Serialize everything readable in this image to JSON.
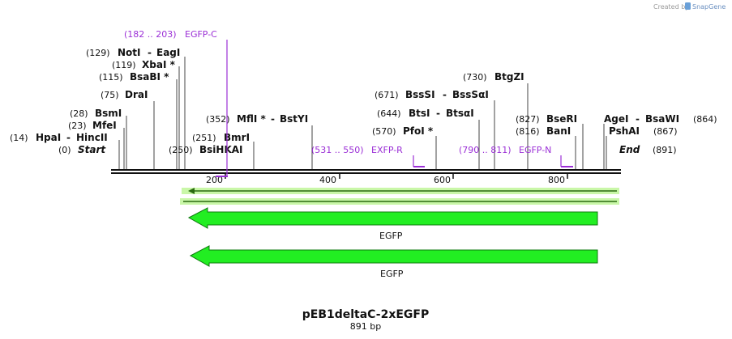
{
  "credit": {
    "text": "Created by",
    "brand": "SnapGene"
  },
  "map": {
    "name": "pEB1deltaC-2xEGFP",
    "length_label": "891 bp",
    "length": 891,
    "start_label": "Start",
    "end_label": "End",
    "start_pos": "(0)",
    "end_pos": "(891)"
  },
  "ticks": [
    "200",
    "400",
    "600",
    "800"
  ],
  "sites": [
    {
      "pos": "(14)",
      "name": "HpaI",
      "name2": "HincII",
      "bp": 14
    },
    {
      "pos": "(23)",
      "name": "MfeI",
      "bp": 23
    },
    {
      "pos": "(28)",
      "name": "BsmI",
      "bp": 28
    },
    {
      "pos": "(75)",
      "name": "DraI",
      "bp": 75
    },
    {
      "pos": "(115)",
      "name": "BsaBI *",
      "bp": 115
    },
    {
      "pos": "(119)",
      "name": "XbaI *",
      "bp": 119
    },
    {
      "pos": "(129)",
      "name": "NotI",
      "name2": "EagI",
      "bp": 129
    },
    {
      "pos": "(250)",
      "name": "BsiHKAI",
      "bp": 250
    },
    {
      "pos": "(251)",
      "name": "BmrI",
      "bp": 251
    },
    {
      "pos": "(352)",
      "name": "MflI *",
      "name2": "BstYI",
      "bp": 352
    },
    {
      "pos": "(570)",
      "name": "PfoI *",
      "bp": 570
    },
    {
      "pos": "(644)",
      "name": "BtsI",
      "name2": "BtsαI",
      "bp": 644
    },
    {
      "pos": "(671)",
      "name": "BssSI",
      "name2": "BssSαI",
      "bp": 671
    },
    {
      "pos": "(730)",
      "name": "BtgZI",
      "bp": 730
    },
    {
      "pos": "(816)",
      "name": "BanI",
      "bp": 816
    },
    {
      "pos": "(827)",
      "name": "BseRI",
      "bp": 827
    },
    {
      "pos": "(864)",
      "name": "AgeI",
      "name2": "BsaWI",
      "bp": 864
    },
    {
      "pos": "(867)",
      "name": "PshAI",
      "bp": 867
    }
  ],
  "primers": [
    {
      "range": "(182 .. 203)",
      "name": "EGFP-C"
    },
    {
      "range": "(531 .. 550)",
      "name": "EXFP-R"
    },
    {
      "range": "(790 .. 811)",
      "name": "EGFP-N"
    }
  ],
  "features": [
    {
      "name": "EGFP",
      "color": "#22ee22"
    },
    {
      "name": "EGFP",
      "color": "#22ee22"
    }
  ],
  "colors": {
    "primer": "#9b2fd6",
    "feature": "#22ee22",
    "orf_highlight": "#c9f7a8"
  }
}
